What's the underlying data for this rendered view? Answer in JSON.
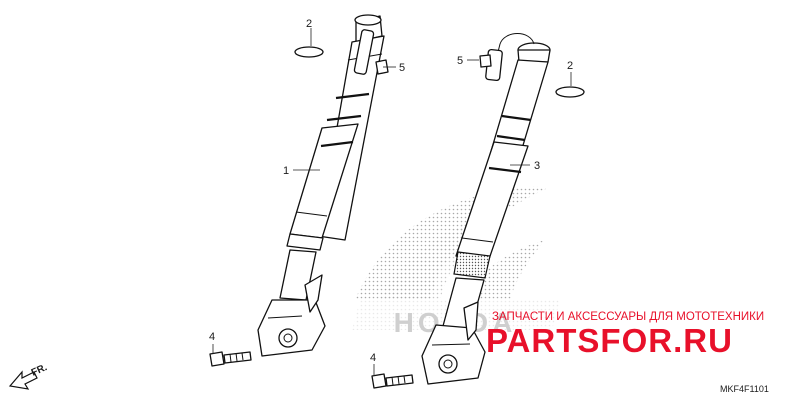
{
  "diagram": {
    "parts": [
      {
        "id": "1",
        "name": "right-fork-assembly"
      },
      {
        "id": "2",
        "name": "o-ring"
      },
      {
        "id": "3",
        "name": "left-fork-assembly"
      },
      {
        "id": "4",
        "name": "bolt"
      },
      {
        "id": "5",
        "name": "clip"
      }
    ],
    "callouts": [
      {
        "text": "1"
      },
      {
        "text": "2"
      },
      {
        "text": "5"
      },
      {
        "text": "4"
      },
      {
        "text": "3"
      },
      {
        "text": "2"
      },
      {
        "text": "5"
      },
      {
        "text": "4"
      }
    ],
    "direction_label": "FR.",
    "drawing_code": "MKF4F1101"
  },
  "watermark": {
    "title": "ЗАПЧАСТИ И АКСЕССУАРЫ ДЛЯ МОТОТЕХНИКИ",
    "logo_left": "PARTS",
    "logo_right": "FOR.RU",
    "background_brand": "HONDA",
    "title_color": "#e8102a",
    "logo_color": "#e8102a",
    "dots_color": "#9a9a9a"
  }
}
